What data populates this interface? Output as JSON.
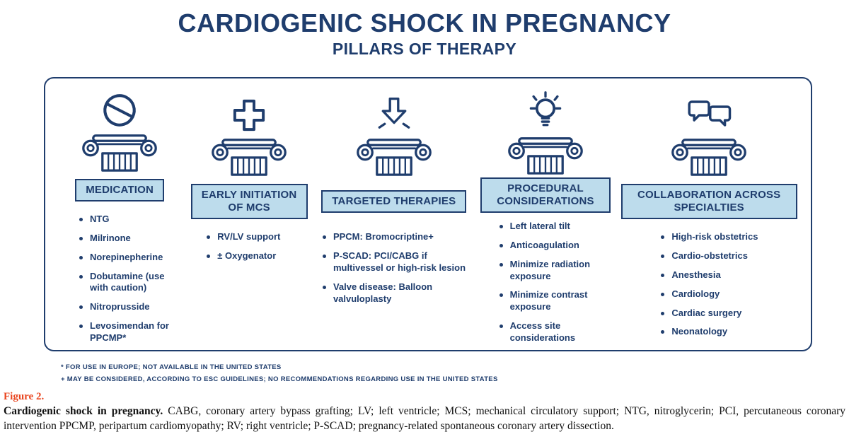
{
  "figure": {
    "title": "CARDIOGENIC SHOCK IN PREGNANCY",
    "subtitle": "PILLARS OF THERAPY"
  },
  "colors": {
    "navy": "#1f3d6d",
    "light_blue": "#bddcec",
    "red": "#e9451f"
  },
  "pillars": [
    {
      "icon": "prohibition-icon",
      "header": "MEDICATION",
      "items": [
        "NTG",
        "Milrinone",
        "Norepinepherine",
        "Dobutamine (use with caution)",
        "Nitroprusside",
        "Levosimendan for PPCMP*"
      ]
    },
    {
      "icon": "medical-cross-icon",
      "header": "EARLY INITIATION OF MCS",
      "items": [
        "RV/LV support",
        "± Oxygenator"
      ]
    },
    {
      "icon": "arrow-press-icon",
      "header": "TARGETED THERAPIES",
      "items": [
        "PPCM: Bromocriptine+",
        "P-SCAD: PCI/CABG if multivessel or high-risk lesion",
        "Valve disease: Balloon valvuloplasty"
      ]
    },
    {
      "icon": "lightbulb-icon",
      "header": "PROCEDURAL CONSIDERATIONS",
      "items": [
        "Left lateral tilt",
        "Anticoagulation",
        "Minimize radiation exposure",
        "Minimize contrast exposure",
        "Access site considerations"
      ]
    },
    {
      "icon": "chat-bubbles-icon",
      "header": "COLLABORATION ACROSS SPECIALTIES",
      "items": [
        "High-risk obstetrics",
        "Cardio-obstetrics",
        "Anesthesia",
        "Cardiology",
        "Cardiac surgery",
        "Neonatology"
      ]
    }
  ],
  "footnotes": [
    "* FOR USE IN EUROPE; NOT AVAILABLE IN THE UNITED STATES",
    "+ MAY BE CONSIDERED, ACCORDING TO ESC GUIDELINES; NO RECOMMENDATIONS REGARDING USE IN THE UNITED STATES"
  ],
  "caption": {
    "label": "Figure 2.",
    "lead": "Cardiogenic shock in pregnancy.",
    "body": "CABG, coronary artery bypass grafting; LV; left ventricle; MCS; mechanical circulatory support; NTG, nitroglycerin; PCI, percutaneous coronary intervention PPCMP, peripartum cardiomyopathy; RV; right ventricle; P-SCAD; pregnancy-related spontaneous coronary artery dissection."
  }
}
